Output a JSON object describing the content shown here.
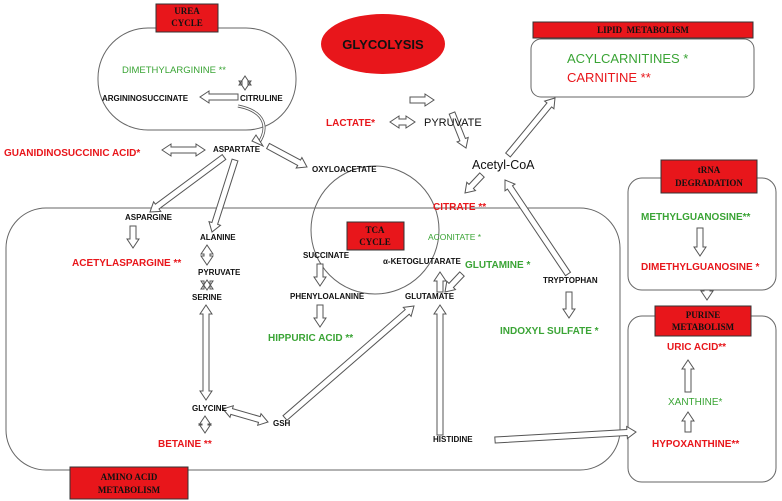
{
  "colors": {
    "red": "#e8161b",
    "green": "#3aa435",
    "black": "#111111",
    "outline": "#666666"
  },
  "headers": {
    "urea": [
      "UREA",
      "CYCLE"
    ],
    "glycolysis": "GLYCOLYSIS",
    "lipid": "LIPID  METABOLISM",
    "trna": [
      "tRNA",
      "DEGRADATION"
    ],
    "tca": [
      "TCA",
      "CYCLE"
    ],
    "purine": [
      "PURINE",
      "METABOLISM"
    ],
    "amino": [
      "AMINO ACID",
      "METABOLISM"
    ]
  },
  "nodes": {
    "dimethylarginine": "DIMETHYLARGININE **",
    "argininosuccinate": "ARGININOSUCCINATE",
    "citruline": "CITRULINE",
    "aspartate": "ASPARTATE",
    "guanidinosuccinic": "GUANIDINOSUCCINIC ACID*",
    "lactate": "LACTATE*",
    "pyruvate_top": "PYRUVATE",
    "acylcarnitines": "ACYLCARNITINES *",
    "carnitine": "CARNITINE **",
    "oxyloacetate": "OXYLOACETATE",
    "acetylcoa": "Acetyl-CoA",
    "citrate": "CITRATE **",
    "aspargine": "ASPARGINE",
    "alanine": "ALANINE",
    "acetylaspargine": "ACETYLASPARGINE **",
    "pyruvate_mid": "PYRUVATE",
    "serine": "SERINE",
    "succinate": "SUCCINATE",
    "aconitate": "ACONITATE *",
    "ketoglutarate": "α-KETOGLUTARATE",
    "glutamine": "GLUTAMINE *",
    "phenylalanine": "PHENYLOALANINE",
    "glutamate": "GLUTAMATE",
    "tryptophan": "TRYPTOPHAN",
    "hippuric": "HIPPURIC ACID **",
    "indoxyl": "INDOXYL SULFATE *",
    "glycine": "GLYCINE",
    "gsh": "GSH",
    "betaine": "BETAINE **",
    "histidine": "HISTIDINE",
    "methylguanosine": "METHYLGUANOSINE**",
    "dimethylguanosine": "DIMETHYLGUANOSINE *",
    "uricacid": "URIC ACID**",
    "xanthine": "XANTHINE*",
    "hypoxanthine": "HYPOXANTHINE**"
  }
}
